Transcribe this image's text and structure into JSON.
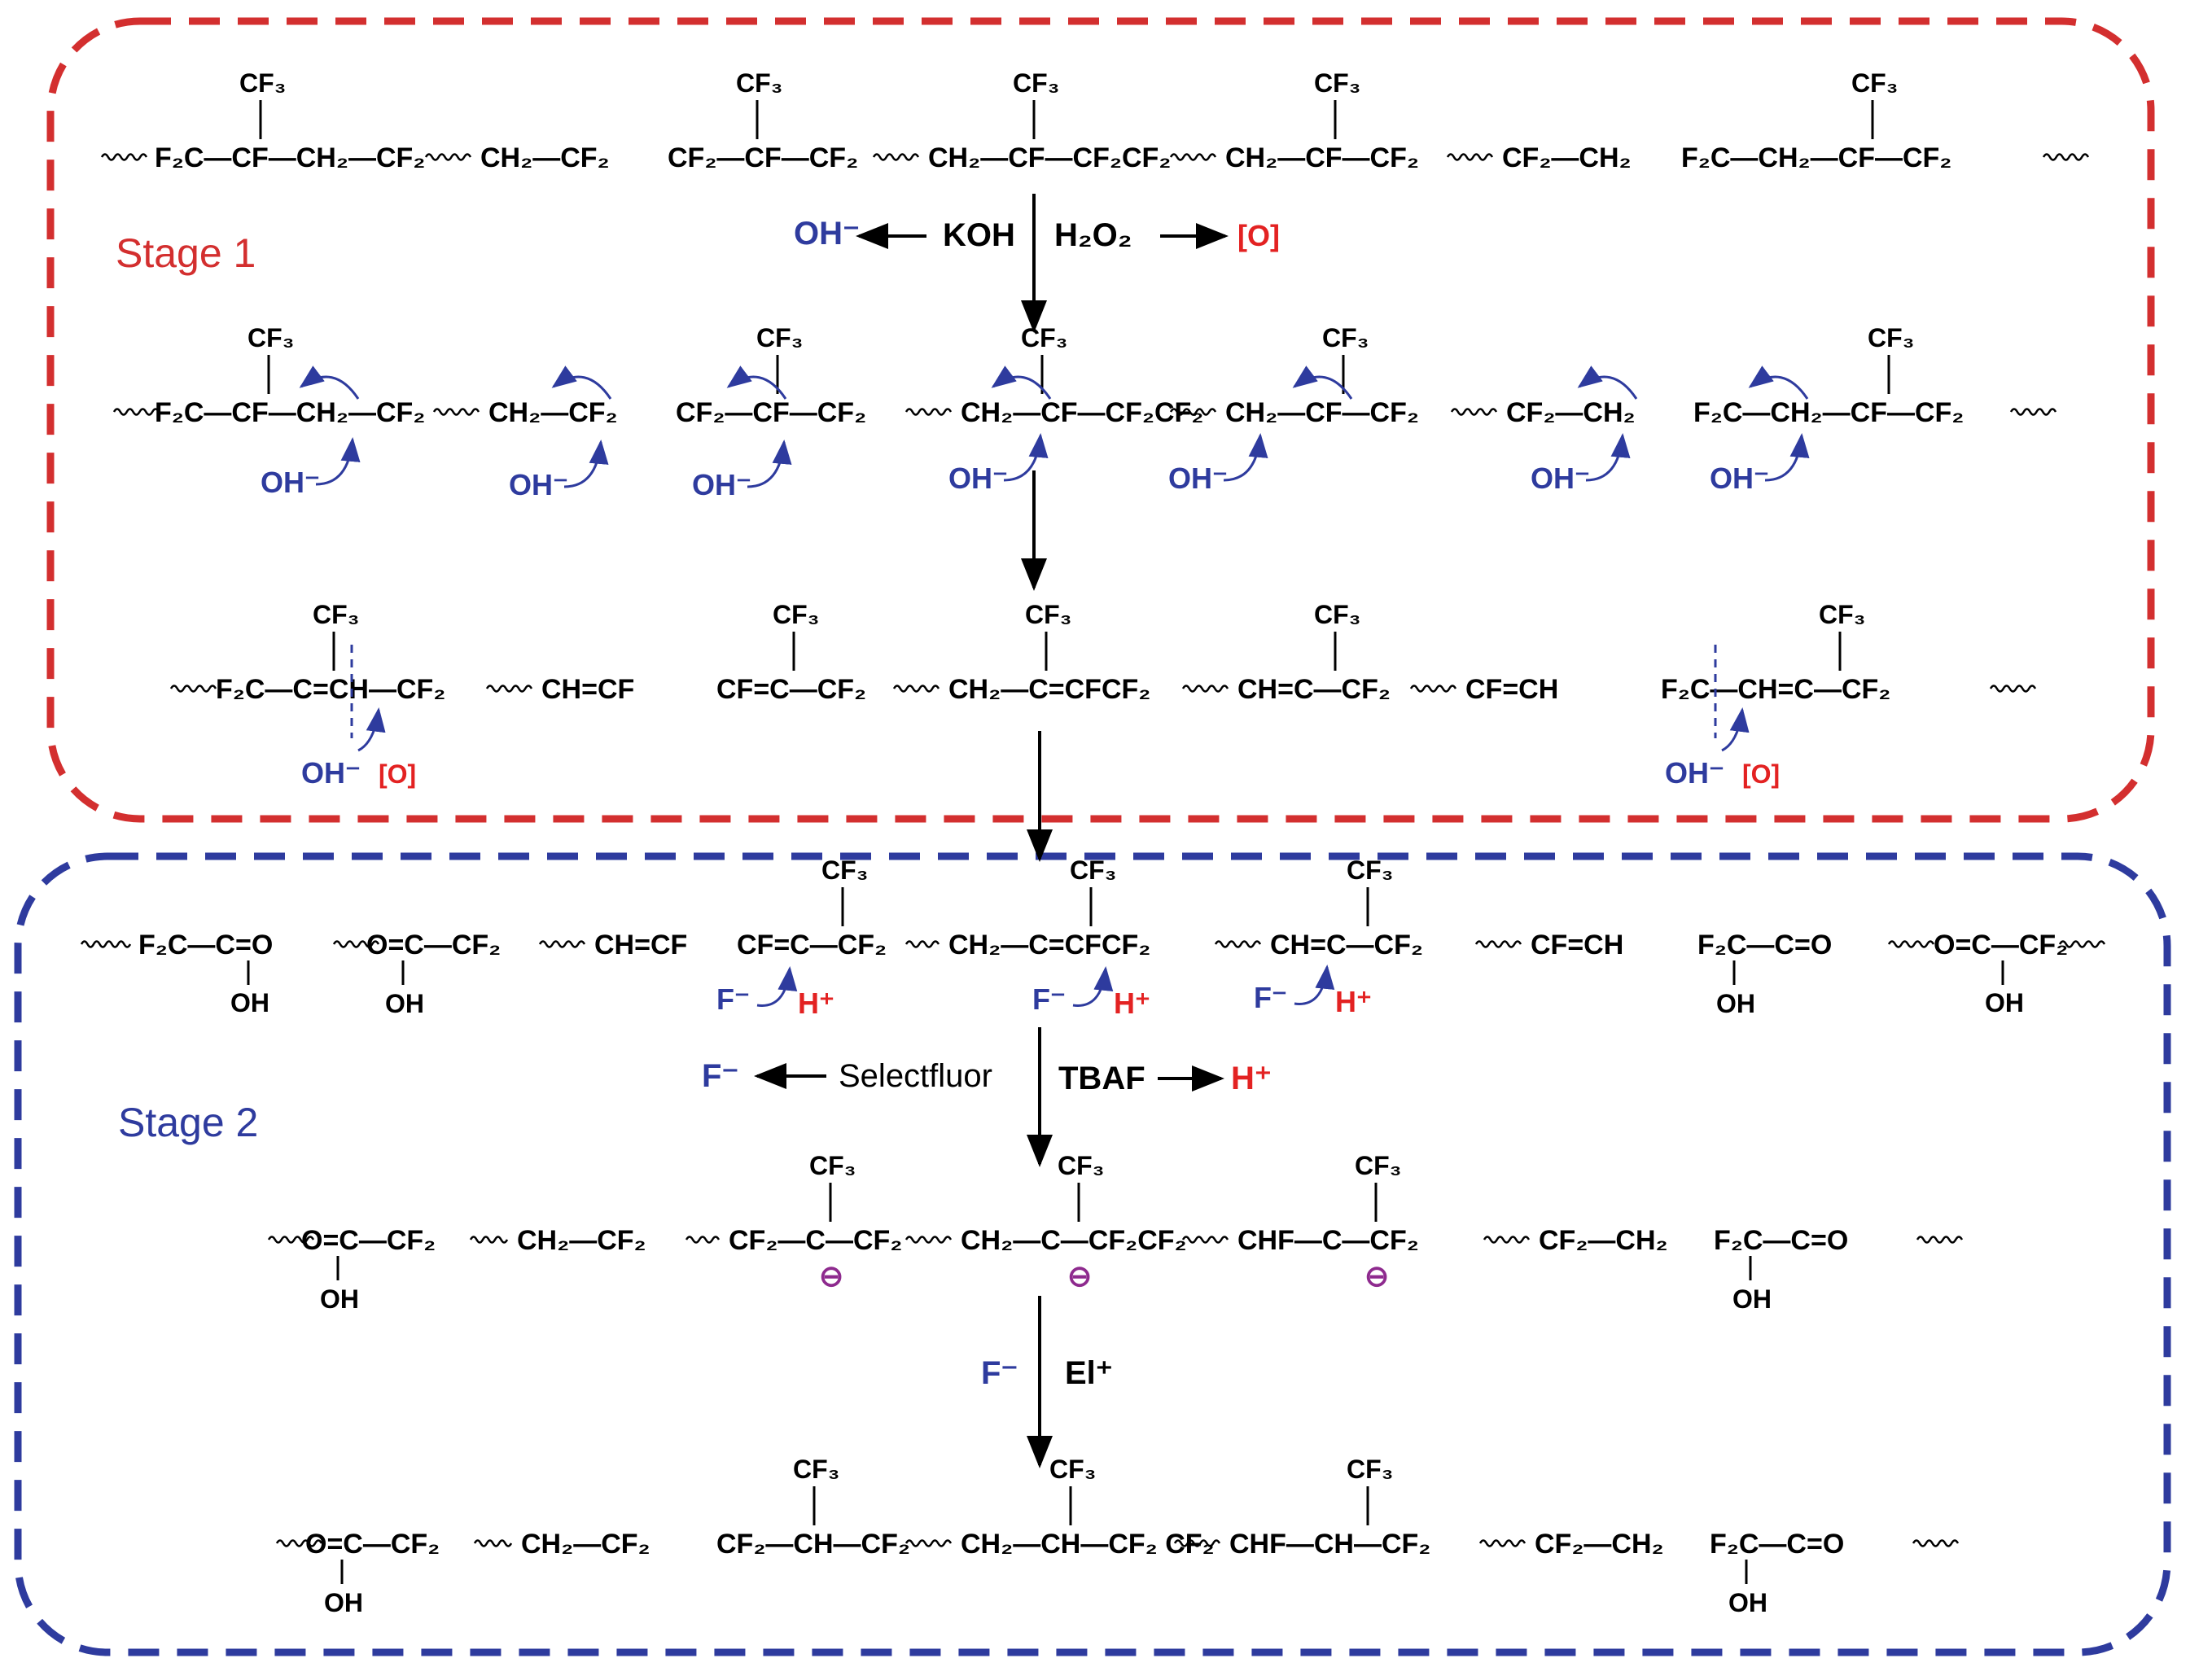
{
  "colors": {
    "stage1_border": "#d32f2f",
    "stage2_border": "#2e3b9e",
    "chem_black": "#000000",
    "reagent_blue": "#2e3b9e",
    "oxidant_red": "#e32222",
    "carbanion_purple": "#8e2a8e"
  },
  "stage1": {
    "label": "Stage 1",
    "row1": [
      {
        "t": "F₂C—CF—CH₂—CF₂",
        "sub": "CF₃"
      },
      {
        "t": "CH₂—CF₂"
      },
      {
        "t": "CF₂—CF—CF₂",
        "sub": "CF₃"
      },
      {
        "t": "CH₂—CF—CF₂CF₂",
        "sub": "CF₃"
      },
      {
        "t": "CH₂—CF—CF₂",
        "sub": "CF₃"
      },
      {
        "t": "CF₂—CH₂"
      },
      {
        "t": "F₂C—CH₂—CF—CF₂",
        "sub": "CF₃"
      }
    ],
    "reagent_left_product": "OH⁻",
    "reagent_left": "KOH",
    "reagent_right": "H₂O₂",
    "reagent_right_product": "[O]",
    "row2": [
      {
        "t": "F₂C—CF—CH₂—CF₂",
        "sub": "CF₃"
      },
      {
        "t": "CH₂—CF₂"
      },
      {
        "t": "CF₂—CF—CF₂",
        "sub": "CF₃"
      },
      {
        "t": "CH₂—CF—CF₂CF₂",
        "sub": "CF₃"
      },
      {
        "t": "CH₂—CF—CF₂",
        "sub": "CF₃"
      },
      {
        "t": "CF₂—CH₂"
      },
      {
        "t": "F₂C—CH₂—CF—CF₂",
        "sub": "CF₃"
      }
    ],
    "row2_base": "OH⁻",
    "row3": [
      {
        "t": "F₂C—C=CH—CF₂",
        "sub": "CF₃"
      },
      {
        "t": "CH=CF"
      },
      {
        "t": "CF=C—CF₂",
        "sub": "CF₃"
      },
      {
        "t": "CH₂—C=CFCF₂",
        "sub": "CF₃"
      },
      {
        "t": "CH=C—CF₂",
        "sub": "CF₃"
      },
      {
        "t": "CF=CH"
      },
      {
        "t": "F₂C—CH=C—CF₂",
        "sub": "CF₃"
      }
    ],
    "row3_base": "OH⁻",
    "row3_oxidant": "[O]"
  },
  "stage2": {
    "label": "Stage 2",
    "row1_left_acid": {
      "t": "F₂C—C=O",
      "oh": "OH"
    },
    "row1": [
      {
        "t": "O=C—CF₂",
        "oh": "OH"
      },
      {
        "t": "CH=CF"
      },
      {
        "t": "CF=C—CF₂",
        "sub": "CF₃"
      },
      {
        "t": "CH₂—C=CFCF₂",
        "sub": "CF₃"
      },
      {
        "t": "CH=C—CF₂",
        "sub": "CF₃"
      },
      {
        "t": "CF=CH"
      },
      {
        "t": "F₂C—C=O",
        "oh": "OH"
      }
    ],
    "row1_right_acid": {
      "t": "O=C—CF₂",
      "oh": "OH"
    },
    "row1_fluoride": "F⁻",
    "row1_proton": "H⁺",
    "reagent_left_product": "F⁻",
    "reagent_left": "Selectfluor",
    "reagent_right": "TBAF",
    "reagent_right_product": "H⁺",
    "row2": [
      {
        "t": "O=C—CF₂",
        "oh": "OH"
      },
      {
        "t": "CH₂—CF₂"
      },
      {
        "t": "CF₂—C—CF₂",
        "sub": "CF₃"
      },
      {
        "t": "CH₂—C—CF₂CF₂",
        "sub": "CF₃"
      },
      {
        "t": "CHF—C—CF₂",
        "sub": "CF₃"
      },
      {
        "t": "CF₂—CH₂"
      },
      {
        "t": "F₂C—C=O",
        "oh": "OH"
      }
    ],
    "carbanion": "⊖",
    "reagent2_left": "F⁻",
    "reagent2_right": "El⁺",
    "row3": [
      {
        "t": "O=C—CF₂",
        "oh": "OH"
      },
      {
        "t": "CH₂—CF₂"
      },
      {
        "t": "CF₂—CH—CF₂",
        "sub": "CF₃"
      },
      {
        "t": "CH₂—CH—CF₂ CF₂",
        "sub": "CF₃"
      },
      {
        "t": "CHF—CH—CF₂",
        "sub": "CF₃"
      },
      {
        "t": "CF₂—CH₂"
      },
      {
        "t": "F₂C—C=O",
        "oh": "OH"
      }
    ]
  }
}
